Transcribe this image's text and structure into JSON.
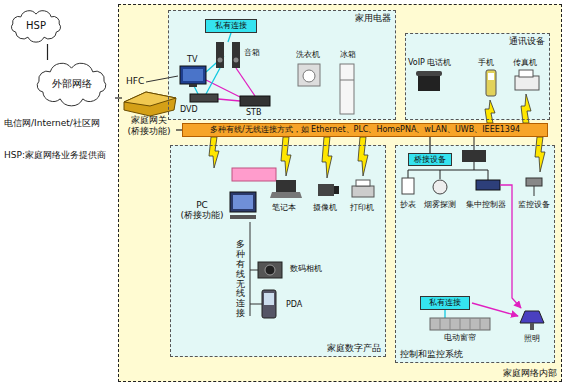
{
  "diagram": {
    "nodes": [
      {
        "text": [
          "HSP"
        ]
      },
      {
        "text": [
          "外部网络"
        ]
      },
      {
        "text": [
          "家庭网络内部"
        ]
      },
      {
        "text": [
          "家用电器"
        ],
        "in": 2
      },
      {
        "text": [
          "私有连接"
        ],
        "in": 3
      },
      {
        "text": [
          "通讯设备"
        ],
        "in": 2
      },
      {
        "text": [
          "家庭网关",
          "(桥接功能)"
        ],
        "in": 2
      },
      {
        "text": [
          "多种有线/无线连接方式，如 Ethernet、PLC、HomePNA、wLAN、UWB、IEEE1394"
        ],
        "in": 2
      },
      {
        "text": [
          "家庭数字产品"
        ],
        "in": 2
      },
      {
        "text": [
          "控制和监控系统"
        ],
        "in": 2
      },
      {
        "text": [
          "桥接设备"
        ],
        "in": 9
      },
      {
        "text": [
          "私有连接"
        ],
        "in": 9
      }
    ],
    "edges": [
      {
        "from": 0,
        "to": 1,
        "arrow": "none"
      },
      {
        "from": 1,
        "to": 6,
        "arrow": "none"
      },
      {
        "from": 6,
        "to": 7,
        "arrow": "none"
      },
      {
        "from": 7,
        "to": 10,
        "arrow": "none"
      }
    ],
    "labels": [
      "电信网/Internet/社区网",
      "HSP:家庭网络业务提供商",
      "HFC",
      "TV",
      "音箱",
      "DVD",
      "STB",
      "洗衣机",
      "冰箱",
      "VoIP 电话机",
      "手机",
      "传真机",
      "PC (桥接功能)",
      "多种有线无线连接",
      "数码相机",
      "PDA",
      "笔记本",
      "摄像机",
      "打印机",
      "抄表",
      "烟雾探测",
      "集中控制器",
      "监控设备",
      "电动窗帘",
      "照明"
    ]
  }
}
